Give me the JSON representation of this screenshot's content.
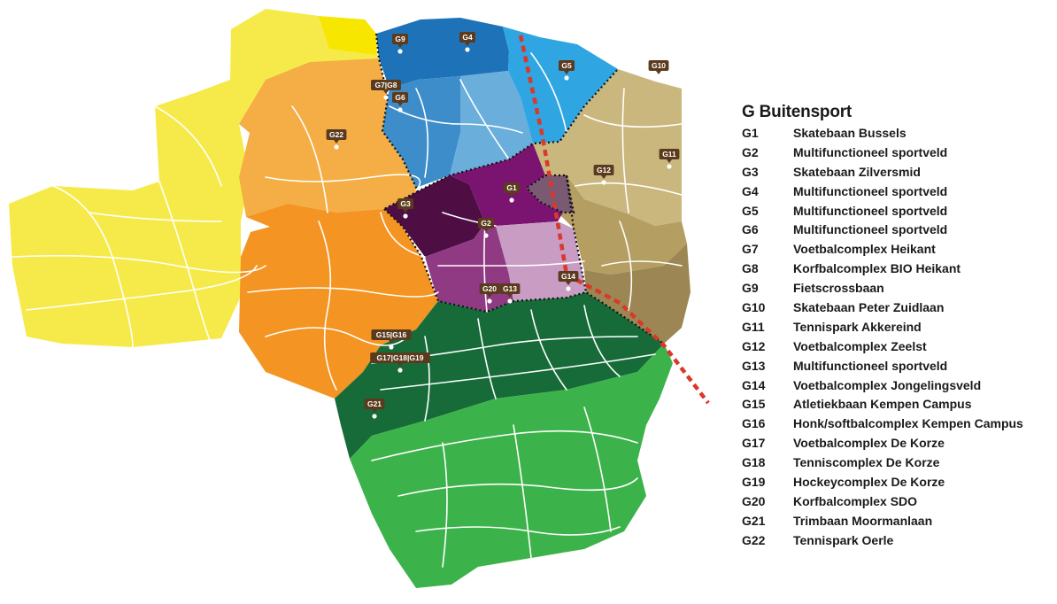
{
  "colors": {
    "yellow": "#F6EA4A",
    "yellow_bright": "#F7E600",
    "orange_light": "#F4AE45",
    "orange": "#F39423",
    "blue_dark": "#1E73B8",
    "blue_mid": "#3C8DCA",
    "blue_light": "#6AAEDC",
    "blue_sky": "#2FA6E2",
    "tan_light": "#C9B77E",
    "tan_mid": "#B59E62",
    "tan_dark": "#9C8754",
    "purple_dark": "#4E0E44",
    "purple_mid": "#7B1470",
    "purple_light": "#8F3A83",
    "lilac": "#C89CC3",
    "mauve": "#7A5A72",
    "green_dark": "#166B39",
    "green_light": "#3CB34A",
    "marker": "#5B3A1E",
    "red_dash": "#D9382A"
  },
  "legend": {
    "title": "G Buitensport",
    "items": [
      {
        "code": "G1",
        "name": "Skatebaan Bussels"
      },
      {
        "code": "G2",
        "name": "Multifunctioneel sportveld"
      },
      {
        "code": "G3",
        "name": "Skatebaan Zilversmid"
      },
      {
        "code": "G4",
        "name": "Multifunctioneel sportveld"
      },
      {
        "code": "G5",
        "name": "Multifunctioneel sportveld"
      },
      {
        "code": "G6",
        "name": "Multifunctioneel sportveld"
      },
      {
        "code": "G7",
        "name": "Voetbalcomplex Heikant"
      },
      {
        "code": "G8",
        "name": "Korfbalcomplex BIO Heikant"
      },
      {
        "code": "G9",
        "name": "Fietscrossbaan"
      },
      {
        "code": "G10",
        "name": "Skatebaan Peter Zuidlaan"
      },
      {
        "code": "G11",
        "name": "Tennispark Akkereind"
      },
      {
        "code": "G12",
        "name": "Voetbalcomplex Zeelst"
      },
      {
        "code": "G13",
        "name": "Multifunctioneel sportveld"
      },
      {
        "code": "G14",
        "name": "Voetbalcomplex Jongelingsveld"
      },
      {
        "code": "G15",
        "name": "Atletiekbaan Kempen Campus"
      },
      {
        "code": "G16",
        "name": "Honk/softbalcomplex Kempen Campus"
      },
      {
        "code": "G17",
        "name": "Voetbalcomplex De Korze"
      },
      {
        "code": "G18",
        "name": "Tenniscomplex De Korze"
      },
      {
        "code": "G19",
        "name": "Hockeycomplex De Korze"
      },
      {
        "code": "G20",
        "name": "Korfbalcomplex SDO"
      },
      {
        "code": "G21",
        "name": "Trimbaan Moormanlaan"
      },
      {
        "code": "G22",
        "name": "Tennispark Oerle"
      }
    ]
  },
  "map_labels": [
    "G9",
    "G4",
    "G5",
    "G10",
    "G7|G8",
    "G6",
    "G22",
    "G11",
    "G12",
    "G1",
    "G3",
    "G2",
    "G14",
    "G20",
    "G13",
    "G15|G16",
    "G17|G18|G19",
    "G21"
  ]
}
